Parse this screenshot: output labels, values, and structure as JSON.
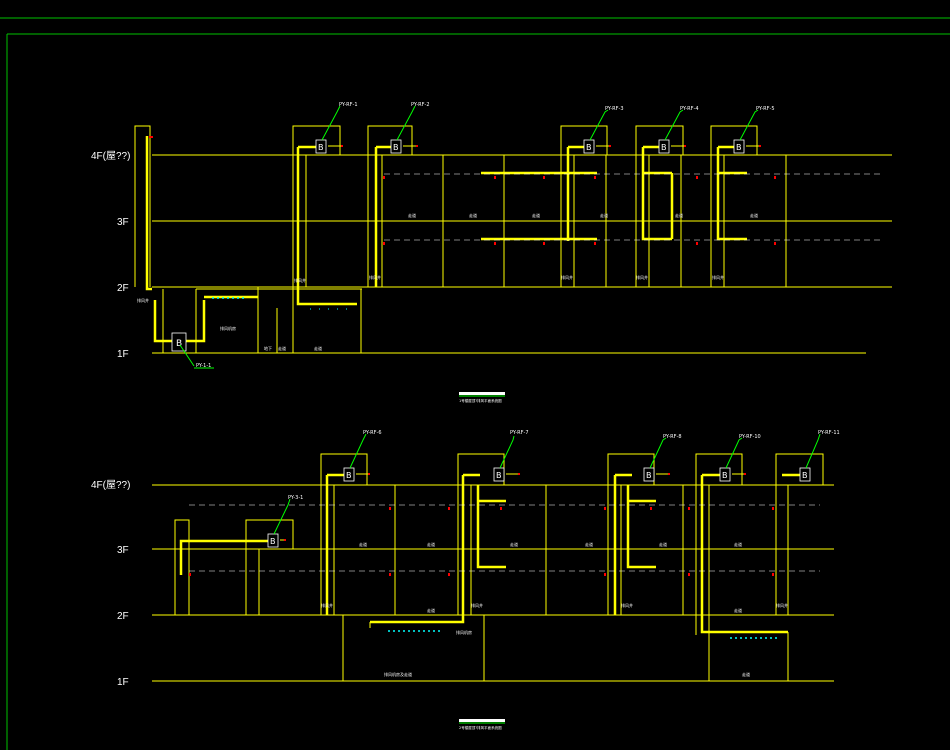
{
  "floors": {
    "f4": "4F(屋??)",
    "f3": "3F",
    "f2": "2F",
    "f1": "1F"
  },
  "diagram1": {
    "caption": "1号楼屋顶?排风平面系统图",
    "fans": [
      "PY-RF-1",
      "PY-RF-2",
      "PY-RF-3",
      "PY-RF-4",
      "PY-RF-5"
    ],
    "ground_fan": "PY-1-1",
    "room_labels": [
      "走道",
      "走道",
      "走道",
      "走道",
      "走道",
      "走道"
    ],
    "shaft_labels": [
      "排风井",
      "排风井",
      "排风井",
      "排风井",
      "排风井",
      "排风井"
    ],
    "lower_labels": [
      "排风机房",
      "地下",
      "走道",
      "走道",
      "排风"
    ]
  },
  "diagram2": {
    "caption": "2号楼屋顶?排风平面系统图",
    "fans": [
      "PY-RF-6",
      "PY-RF-7",
      "PY-RF-8",
      "PY-RF-10",
      "PY-RF-11"
    ],
    "floor_fan": "PY-3-1",
    "room_labels": [
      "走道",
      "走道",
      "走道",
      "走道",
      "走道",
      "走道",
      "走道",
      "走道"
    ],
    "shaft_labels": [
      "排风井",
      "排风井",
      "排风井",
      "排风井"
    ],
    "lower_labels": [
      "排风机房",
      "排风机房及走道",
      "走道"
    ]
  },
  "colors": {
    "background": "#000000",
    "frame": "#00c000",
    "wall": "#ffff00",
    "leader": "#00ff00",
    "duct": "#ffffff",
    "damper": "#ff0000",
    "grille": "#00ffff"
  }
}
